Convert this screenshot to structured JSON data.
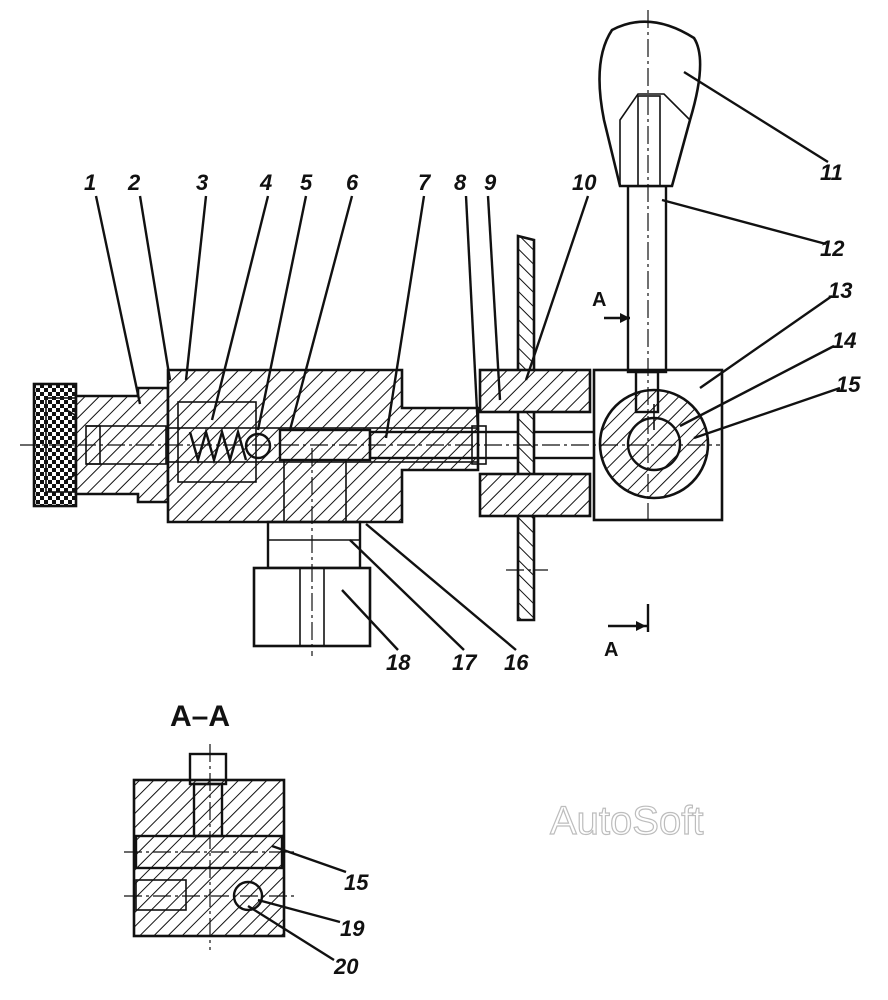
{
  "section_title": "A–A",
  "section_mark": "A",
  "watermark": "AutoSoft",
  "callouts": [
    "1",
    "2",
    "3",
    "4",
    "5",
    "6",
    "7",
    "8",
    "9",
    "10",
    "11",
    "12",
    "13",
    "14",
    "15",
    "16",
    "17",
    "18",
    "19",
    "20"
  ],
  "section_callouts": [
    "15",
    "19",
    "20"
  ],
  "colors": {
    "ink": "#111111",
    "paper": "#ffffff",
    "watermark": "#bdbdbd"
  }
}
